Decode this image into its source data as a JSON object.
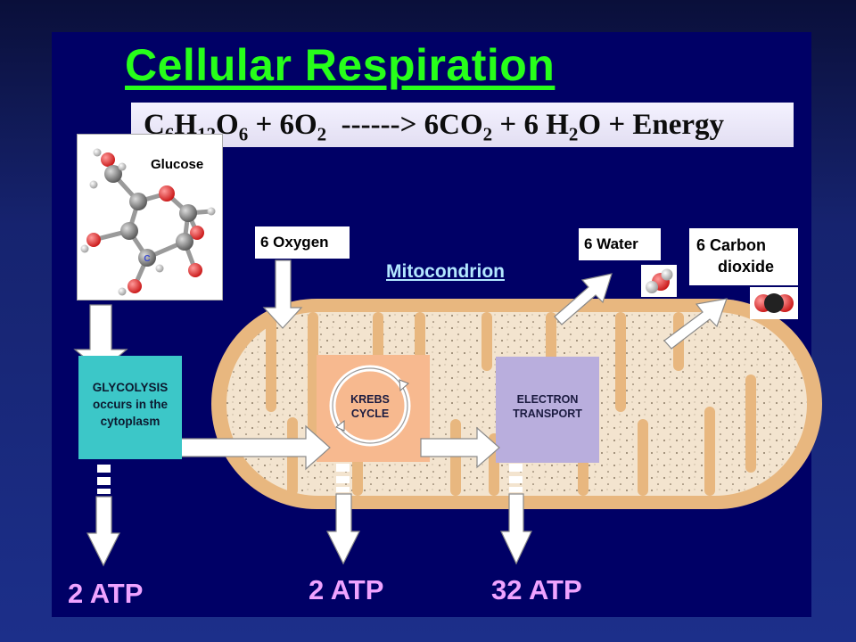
{
  "title": "Cellular Respiration",
  "equation": {
    "part1": "C",
    "sub1": "6",
    "part2": "H",
    "sub2": "12",
    "part3": "O",
    "sub3": "6",
    "part4": " + 6O",
    "sub4": "2",
    "part5": "  ------> 6CO",
    "sub5": "2",
    "part6": " + 6 H",
    "sub6": "2",
    "part7": "O + Energy"
  },
  "glucose": {
    "label": "Glucose",
    "atom_label": "C"
  },
  "inputs": {
    "oxygen": "6 Oxygen"
  },
  "outputs": {
    "water": "6 Water",
    "co2_line1": "6 Carbon",
    "co2_line2": "dioxide"
  },
  "mitochondrion_label": "Mitocondrion",
  "glycolysis": {
    "line1": "GLYCOLYSIS",
    "line2": "occurs in the",
    "line3": "cytoplasm"
  },
  "krebs": {
    "line1": "KREBS",
    "line2": "CYCLE"
  },
  "electron_transport": {
    "line1": "ELECTRON",
    "line2": "TRANSPORT"
  },
  "atp": {
    "glycolysis": "2 ATP",
    "krebs": "2 ATP",
    "electron_transport": "32 ATP"
  },
  "colors": {
    "title": "#27ff1a",
    "background": "#000066",
    "atp_text": "#f0a3ff",
    "glycolysis_box": "#3cc7c8",
    "krebs_box": "#f7b98f",
    "electron_transport_box": "#b9aedd",
    "mitochondrion_outer": "#e8b77f",
    "mitochondrion_inner": "#f3e4cf"
  }
}
